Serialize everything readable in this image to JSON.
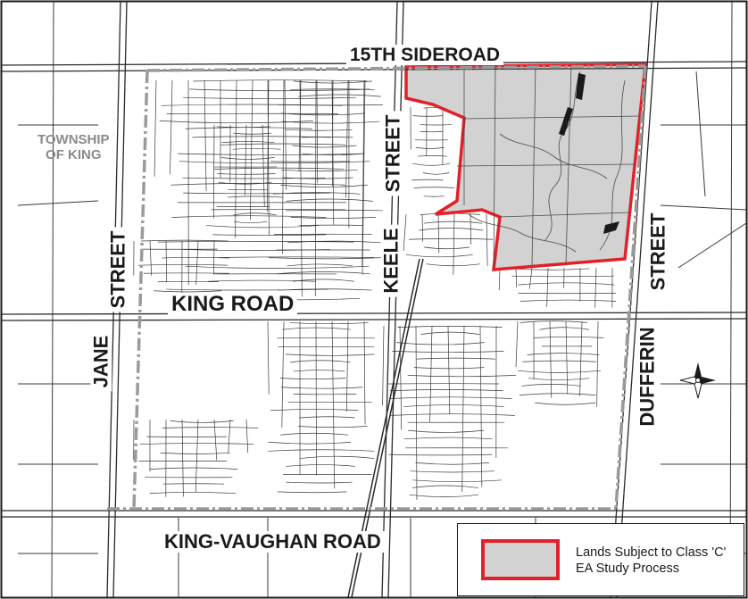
{
  "roads": {
    "fifteenth_sideroad": "15TH   SIDEROAD",
    "king_road": "KING   ROAD",
    "king_vaughan_road": "KING-VAUGHAN   ROAD",
    "jane": "JANE",
    "jane_street": "STREET",
    "keele": "KEELE",
    "keele_street": "STREET",
    "dufferin": "DUFFERIN",
    "dufferin_street": "STREET"
  },
  "township": {
    "line1": "TOWNSHIP",
    "line2": "OF KING"
  },
  "legend": {
    "line1": "Lands Subject to Class 'C'",
    "line2": "EA Study Process"
  },
  "colors": {
    "study_area_fill": "#d2d2d2",
    "study_area_border": "#e3202a",
    "boundary": "#9a9a9a",
    "streets": "#2a2a2a"
  },
  "icons": {
    "north_arrow": "compass-north-arrow-icon"
  }
}
